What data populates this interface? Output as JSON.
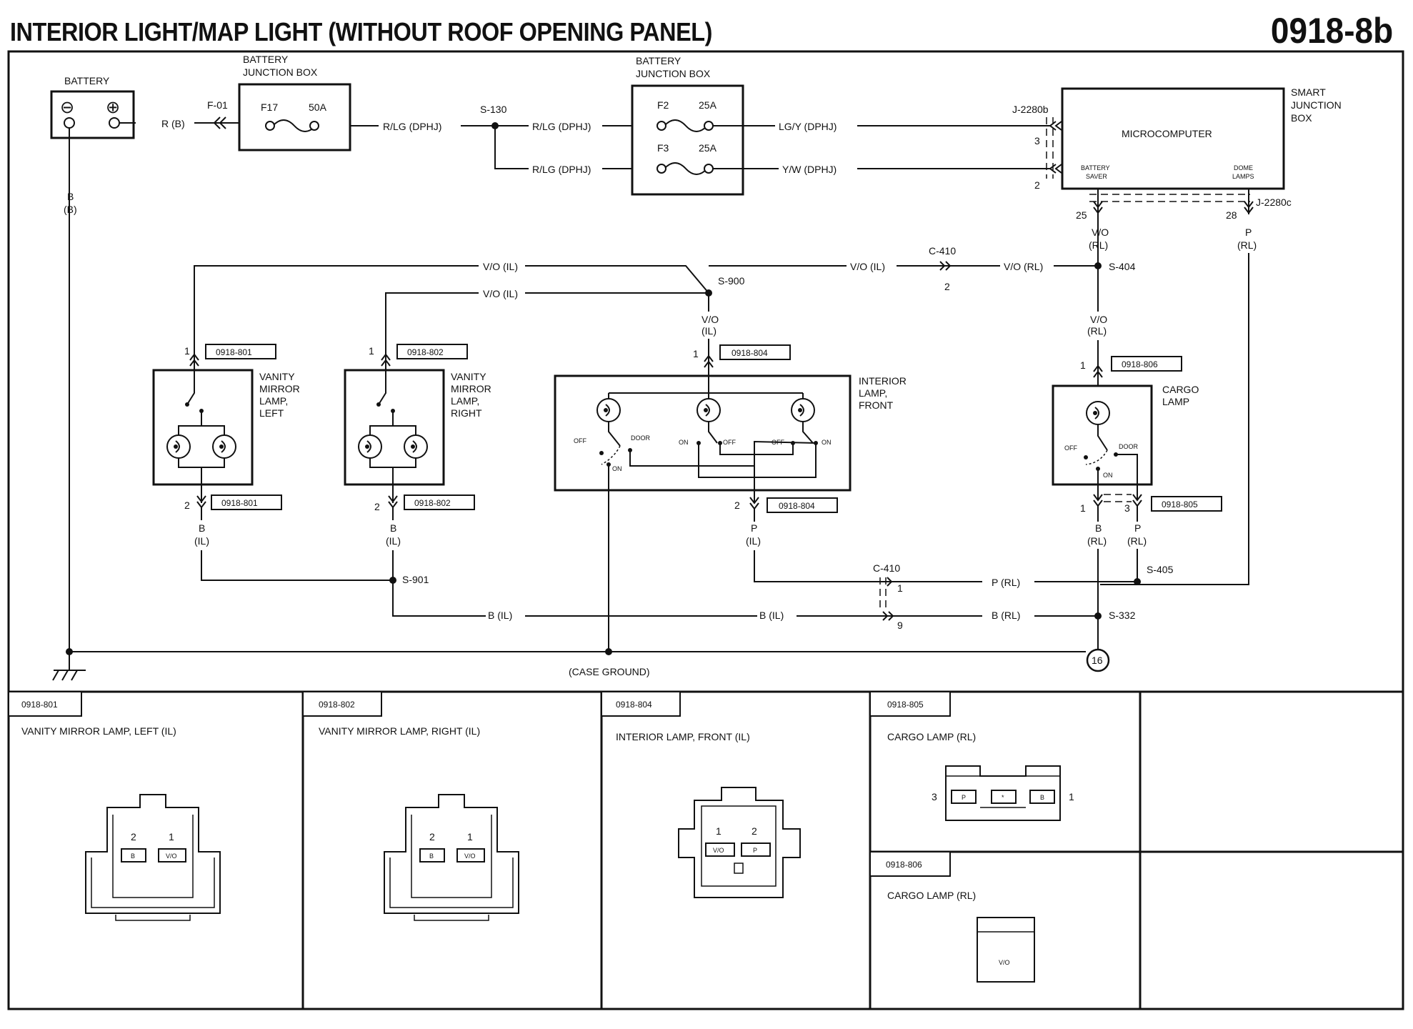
{
  "title": "INTERIOR LIGHT/MAP LIGHT (WITHOUT ROOF OPENING PANEL)",
  "page_code": "0918-8b",
  "battery": {
    "label": "BATTERY",
    "neg": "⊖",
    "pos": "⊕",
    "ground_wire": "B",
    "ground_wire2": "(B)"
  },
  "fuse_box_1": {
    "label1": "BATTERY",
    "label2": "JUNCTION BOX",
    "fuse": "F17",
    "rating": "50A",
    "connector": "F-01",
    "wire_in": "R (B)",
    "wire_out": "R/LG (DPHJ)"
  },
  "splice_s130": {
    "label": "S-130"
  },
  "fuse_box_2": {
    "label1": "BATTERY",
    "label2": "JUNCTION BOX",
    "fuse_a": "F2",
    "rating_a": "25A",
    "fuse_b": "F3",
    "rating_b": "25A",
    "wire_in_a": "R/LG (DPHJ)",
    "wire_in_b": "R/LG (DPHJ)",
    "wire_out_a": "LG/Y (DPHJ)",
    "wire_out_b": "Y/W (DPHJ)"
  },
  "sjb": {
    "label1": "SMART",
    "label2": "JUNCTION",
    "label3": "BOX",
    "micro": "MICROCOMPUTER",
    "saver1": "BATTERY",
    "saver2": "SAVER",
    "dome1": "DOME",
    "dome2": "LAMPS",
    "conn_b": "J-2280b",
    "conn_c": "J-2280c",
    "pin3": "3",
    "pin2": "2",
    "pin25": "25",
    "pin28": "28"
  },
  "wires": {
    "vo_rl_1": "V/O",
    "vo_rl_1b": "(RL)",
    "p_rl_1": "P",
    "p_rl_1b": "(RL)",
    "vo_il_top": "V/O (IL)",
    "vo_il_mid": "V/O (IL)",
    "vo_il_right": "V/O (IL)",
    "vo_rl_right": "V/O (RL)",
    "c410": "C-410",
    "c410_pin": "2",
    "s404": "S-404",
    "s900": "S-900",
    "vo_il_down": "V/O",
    "vo_il_down_b": "(IL)",
    "vo_rl_down": "V/O",
    "vo_rl_down_b": "(RL)",
    "b_il_left": "B",
    "b_il_left_b": "(IL)",
    "b_il_right": "B",
    "b_il_right_b": "(IL)",
    "p_il": "P",
    "p_il_b": "(IL)",
    "b_rl": "B",
    "b_rl_b": "(RL)",
    "p_rl": "P",
    "p_rl_b": "(RL)",
    "s901": "S-901",
    "c410_b": "C-410",
    "c410_b_pin1": "1",
    "c410_b_pin9": "9",
    "p_rl_h": "P (RL)",
    "s405": "S-405",
    "b_il_h1": "B (IL)",
    "b_il_h2": "B (IL)",
    "b_rl_h": "B (RL)",
    "s332": "S-332",
    "ground_id": "16",
    "case_ground": "(CASE GROUND)"
  },
  "components": {
    "vanity_left": {
      "l1": "VANITY",
      "l2": "MIRROR",
      "l3": "LAMP,",
      "l4": "LEFT",
      "ref_top": "0918-801",
      "ref_bot": "0918-801",
      "pin_top": "1",
      "pin_bot": "2"
    },
    "vanity_right": {
      "l1": "VANITY",
      "l2": "MIRROR",
      "l3": "LAMP,",
      "l4": "RIGHT",
      "ref_top": "0918-802",
      "ref_bot": "0918-802",
      "pin_top": "1",
      "pin_bot": "2"
    },
    "interior_front": {
      "l1": "INTERIOR",
      "l2": "LAMP,",
      "l3": "FRONT",
      "ref_top": "0918-804",
      "ref_bot": "0918-804",
      "pin_top": "1",
      "pin_bot": "2",
      "off1": "OFF",
      "door": "DOOR",
      "on1": "ON",
      "on2": "ON",
      "off2": "OFF",
      "off3": "OFF",
      "on3": "ON"
    },
    "cargo": {
      "l1": "CARGO",
      "l2": "LAMP",
      "ref_top": "0918-806",
      "ref_bot": "0918-805",
      "pin_top": "1",
      "pin_bot1": "1",
      "pin_bot3": "3",
      "off": "OFF",
      "door": "DOOR",
      "on": "ON"
    }
  },
  "connectors": {
    "c801": {
      "id": "0918-801",
      "title": "VANITY MIRROR LAMP, LEFT (IL)",
      "pin2": "2",
      "pin1": "1",
      "w2": "B",
      "w1": "V/O"
    },
    "c802": {
      "id": "0918-802",
      "title": "VANITY MIRROR LAMP, RIGHT (IL)",
      "pin2": "2",
      "pin1": "1",
      "w2": "B",
      "w1": "V/O"
    },
    "c804": {
      "id": "0918-804",
      "title": "INTERIOR LAMP, FRONT (IL)",
      "pin1": "1",
      "pin2": "2",
      "w1": "V/O",
      "w2": "P"
    },
    "c805": {
      "id": "0918-805",
      "title": "CARGO LAMP (RL)",
      "pin3": "3",
      "pin1": "1",
      "w3": "P",
      "wmid": "*",
      "w1": "B"
    },
    "c806": {
      "id": "0918-806",
      "title": "CARGO LAMP (RL)",
      "w": "V/O"
    }
  }
}
